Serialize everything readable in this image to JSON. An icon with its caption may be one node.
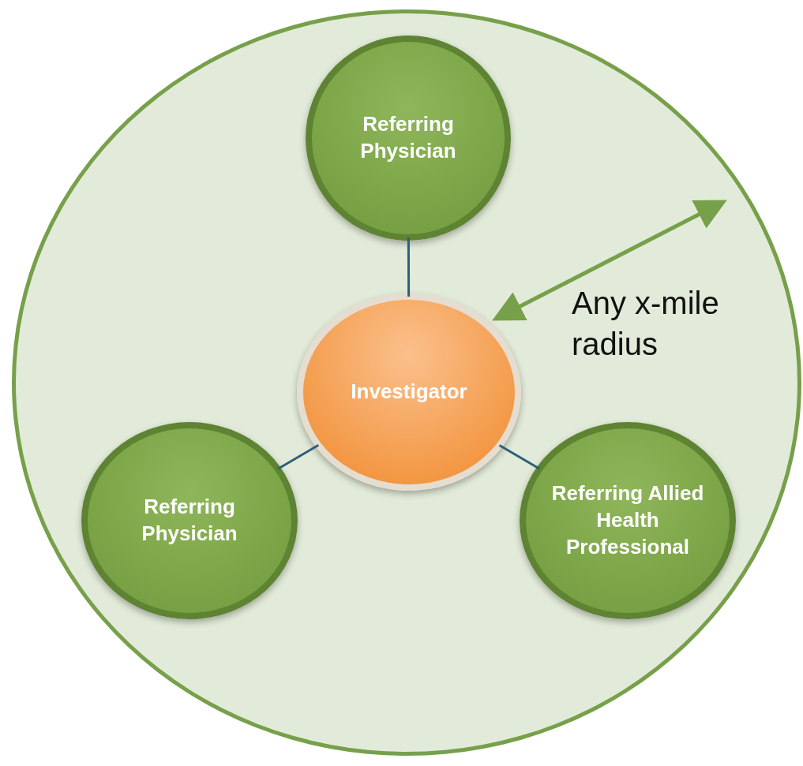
{
  "diagram": {
    "nodes": [
      {
        "text": [],
        "shape": "circle"
      },
      {
        "text": [
          "Referring Physician"
        ],
        "in": 0
      },
      {
        "text": [
          "Investigator"
        ],
        "in": 0
      },
      {
        "text": [
          "Referring Physician"
        ],
        "in": 0
      },
      {
        "text": [
          "Referring Allied Health Professional"
        ],
        "in": 0
      }
    ],
    "edges": [
      {
        "from": 1,
        "to": 2,
        "arrow": "none"
      },
      {
        "from": 2,
        "to": 3,
        "arrow": "none"
      },
      {
        "from": 2,
        "to": 4,
        "arrow": "none"
      }
    ],
    "labels": [
      "Any x-mile radius"
    ]
  }
}
